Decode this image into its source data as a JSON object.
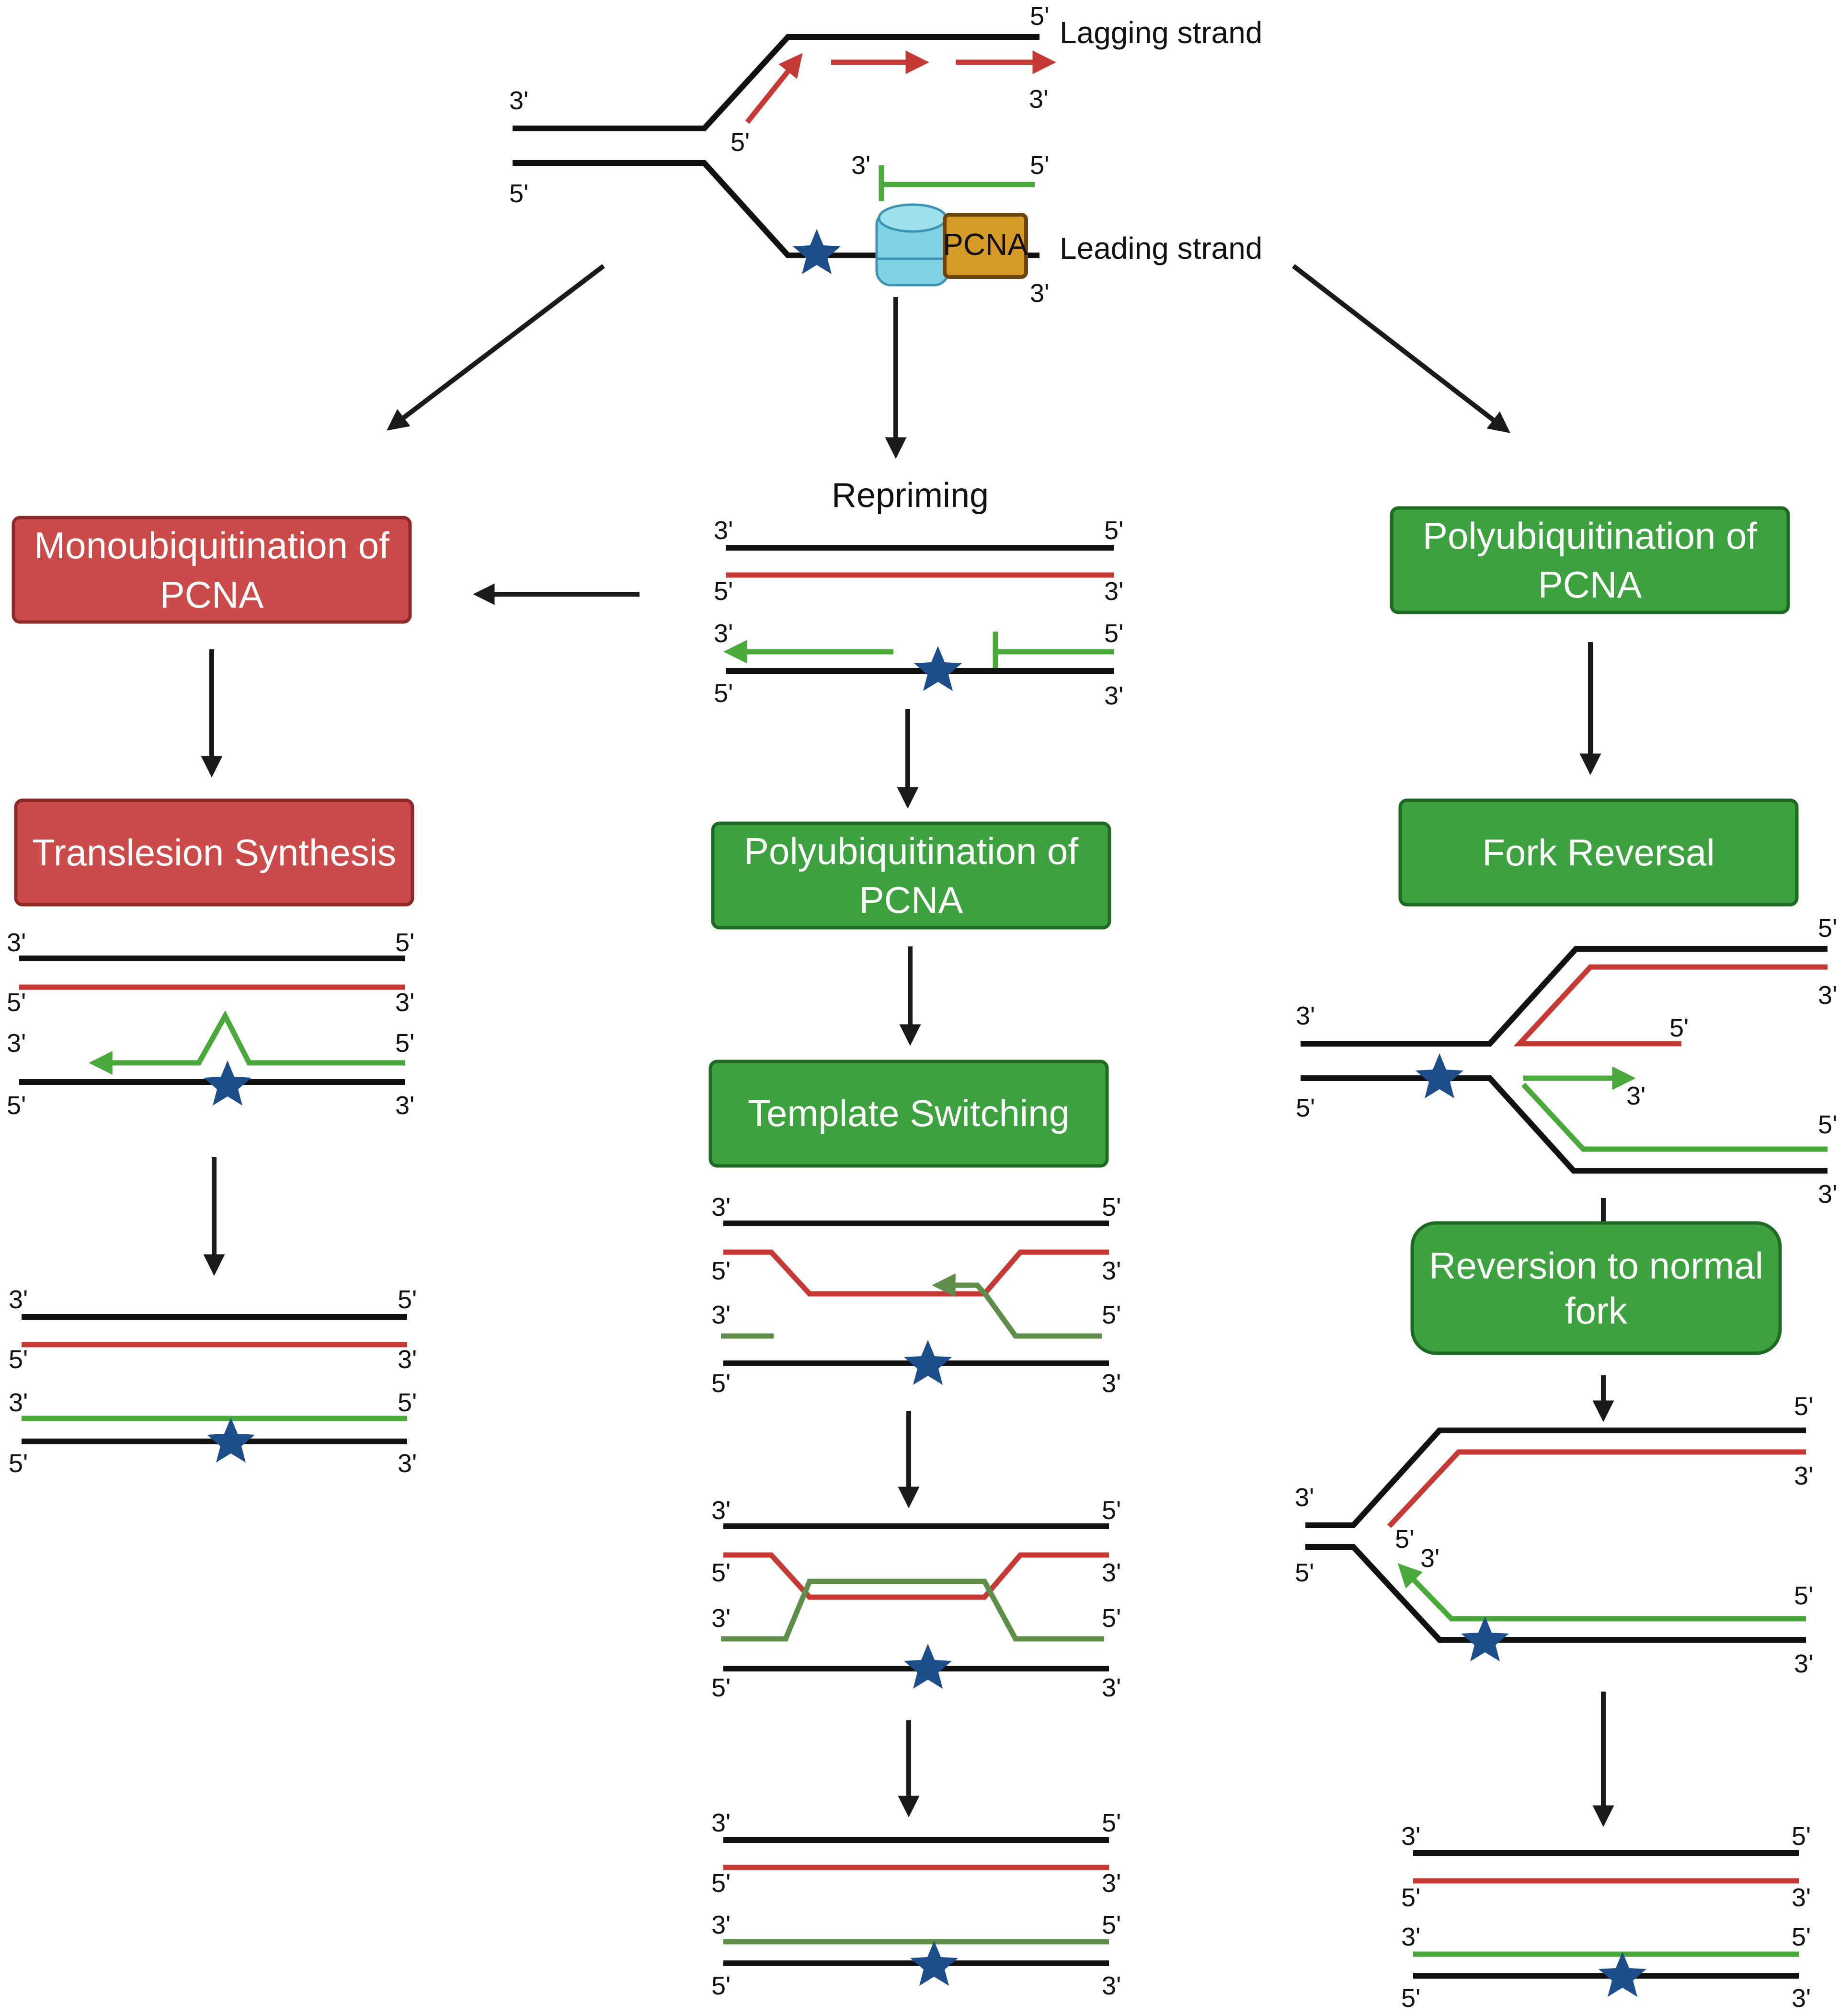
{
  "strands": {
    "lagging": "Lagging strand",
    "leading": "Leading strand",
    "pcna": "PCNA"
  },
  "ends": {
    "p3": "3'",
    "p5": "5'"
  },
  "labels": {
    "repriming": "Repriming"
  },
  "boxes": {
    "mono": [
      "Monoubiquitination of",
      "PCNA"
    ],
    "tls": [
      "Translesion Synthesis"
    ],
    "poly_mid": [
      "Polyubiquitination of",
      "PCNA"
    ],
    "template_switching": [
      "Template Switching"
    ],
    "poly_right": [
      "Polyubiquitination of",
      "PCNA"
    ],
    "fork_reversal": [
      "Fork Reversal"
    ],
    "reversion": [
      "Reversion to normal",
      "fork"
    ]
  },
  "colors": {
    "template": "#111111",
    "nascent_lagging": "#c53a35",
    "nascent_leading": "#4aa93b",
    "red_box": "#cb4b4b",
    "red_box_border": "#8e2a2a",
    "green_box": "#3ea140",
    "green_box_border": "#1f6a23",
    "lesion_star": "#1d4e89",
    "pcna_box": "#d59a27"
  }
}
